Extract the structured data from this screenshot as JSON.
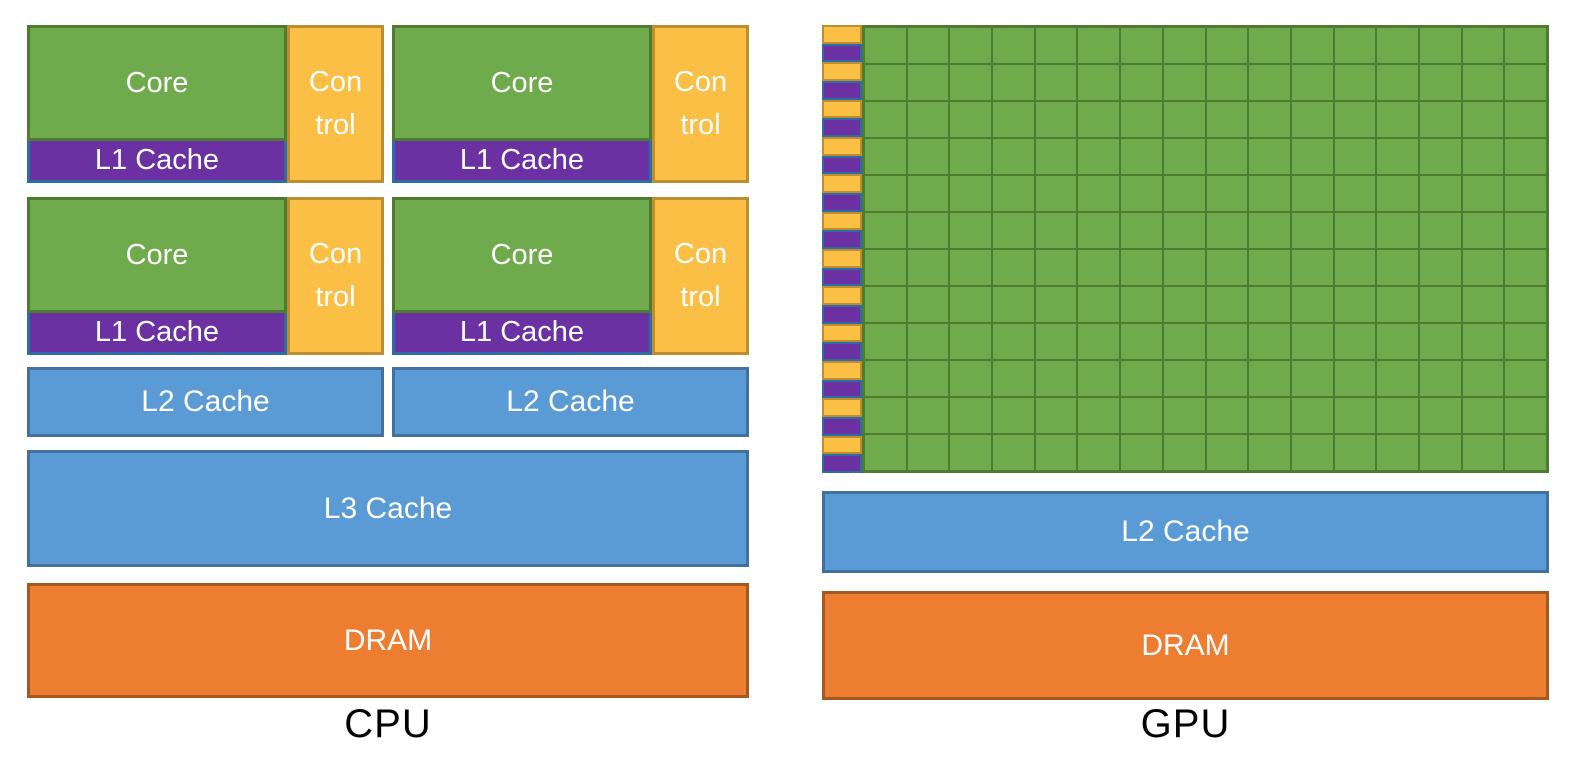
{
  "diagram": {
    "type": "cpu-vs-gpu-architecture",
    "left_caption": "CPU",
    "right_caption": "GPU"
  },
  "colors": {
    "background": "#FFFFFF",
    "green_fill": "#6FAA4C",
    "green_border": "#4E7B31",
    "gold_fill": "#FBBF45",
    "gold_border": "#BC8E2F",
    "purple_fill": "#6B30A1",
    "purple_border": "#2E6DA4",
    "blue_fill": "#5B9BD5",
    "blue_border": "#41719C",
    "orange_fill": "#ED7D31",
    "orange_border": "#A5591F",
    "label_text": "#FFFFFF",
    "caption_text": "#000000"
  },
  "cpu": {
    "caption": "CPU",
    "core_groups": [
      {
        "core_label": "Core",
        "l1_label": "L1 Cache",
        "control_label": "Con trol"
      },
      {
        "core_label": "Core",
        "l1_label": "L1 Cache",
        "control_label": "Con trol"
      },
      {
        "core_label": "Core",
        "l1_label": "L1 Cache",
        "control_label": "Con trol"
      },
      {
        "core_label": "Core",
        "l1_label": "L1 Cache",
        "control_label": "Con trol"
      }
    ],
    "l2_blocks": [
      {
        "label": "L2 Cache"
      },
      {
        "label": "L2 Cache"
      }
    ],
    "l3_label": "L3 Cache",
    "dram_label": "DRAM"
  },
  "gpu": {
    "caption": "GPU",
    "grid": {
      "rows": 12,
      "columns": 16
    },
    "l2_label": "L2 Cache",
    "dram_label": "DRAM"
  }
}
